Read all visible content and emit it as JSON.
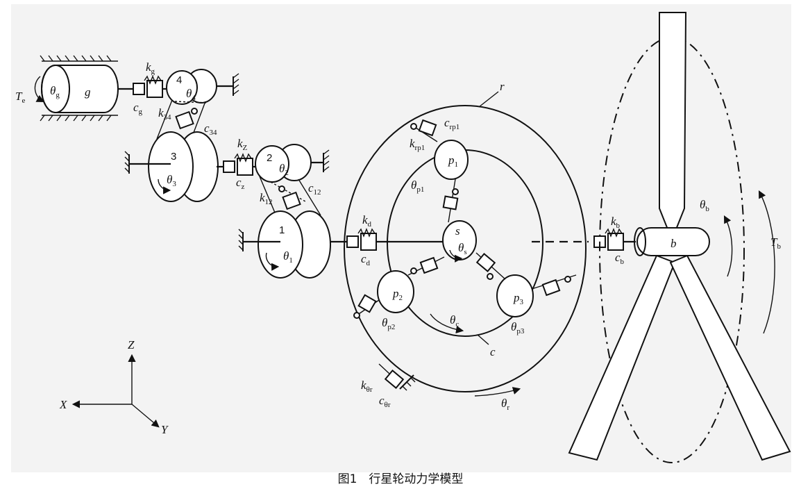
{
  "caption": "图1　行星轮动力学模型",
  "labels": {
    "Te": {
      "main": "T",
      "sub": "e"
    },
    "theta_g": {
      "main": "θ",
      "sub": "g"
    },
    "g": {
      "main": "g",
      "sub": ""
    },
    "kg": {
      "main": "k",
      "sub": "g"
    },
    "cg": {
      "main": "c",
      "sub": "g"
    },
    "gear4": {
      "main": "4",
      "sub": ""
    },
    "theta_4": {
      "main": "θ",
      "sub": "4"
    },
    "k34": {
      "main": "k",
      "sub": "34"
    },
    "c34": {
      "main": "c",
      "sub": "34"
    },
    "gear3": {
      "main": "3",
      "sub": ""
    },
    "theta_3": {
      "main": "θ",
      "sub": "3"
    },
    "kz": {
      "main": "k",
      "sub": "Z"
    },
    "cz": {
      "main": "c",
      "sub": "z"
    },
    "gear2": {
      "main": "2",
      "sub": ""
    },
    "theta_2": {
      "main": "θ",
      "sub": "2"
    },
    "c12": {
      "main": "c",
      "sub": "12"
    },
    "k12": {
      "main": "k",
      "sub": "12"
    },
    "gear1": {
      "main": "1",
      "sub": ""
    },
    "theta_1": {
      "main": "θ",
      "sub": "1"
    },
    "kd": {
      "main": "k",
      "sub": "d"
    },
    "cd": {
      "main": "c",
      "sub": "d"
    },
    "r": {
      "main": "r",
      "sub": ""
    },
    "crp1": {
      "main": "c",
      "sub": "rp1"
    },
    "krp1": {
      "main": "k",
      "sub": "rp1"
    },
    "p1": {
      "main": "p",
      "sub": "1"
    },
    "theta_p1": {
      "main": "θ",
      "sub": "p1"
    },
    "s": {
      "main": "s",
      "sub": ""
    },
    "theta_s": {
      "main": "θ",
      "sub": "s"
    },
    "p2": {
      "main": "p",
      "sub": "2"
    },
    "theta_p2": {
      "main": "θ",
      "sub": "p2"
    },
    "theta_c": {
      "main": "θ",
      "sub": "c"
    },
    "c": {
      "main": "c",
      "sub": ""
    },
    "p3": {
      "main": "p",
      "sub": "3"
    },
    "theta_p3": {
      "main": "θ",
      "sub": "p3"
    },
    "k_theta_r": {
      "main": "k",
      "sub": "θr"
    },
    "c_theta_r": {
      "main": "c",
      "sub": "θr"
    },
    "theta_r": {
      "main": "θ",
      "sub": "r"
    },
    "kb": {
      "main": "k",
      "sub": "b"
    },
    "cb": {
      "main": "c",
      "sub": "b"
    },
    "b": {
      "main": "b",
      "sub": ""
    },
    "theta_b": {
      "main": "θ",
      "sub": "b"
    },
    "Tb": {
      "main": "T",
      "sub": "b"
    },
    "axisZ": {
      "main": "Z",
      "sub": ""
    },
    "axisX": {
      "main": "X",
      "sub": ""
    },
    "axisY": {
      "main": "Y",
      "sub": ""
    }
  }
}
